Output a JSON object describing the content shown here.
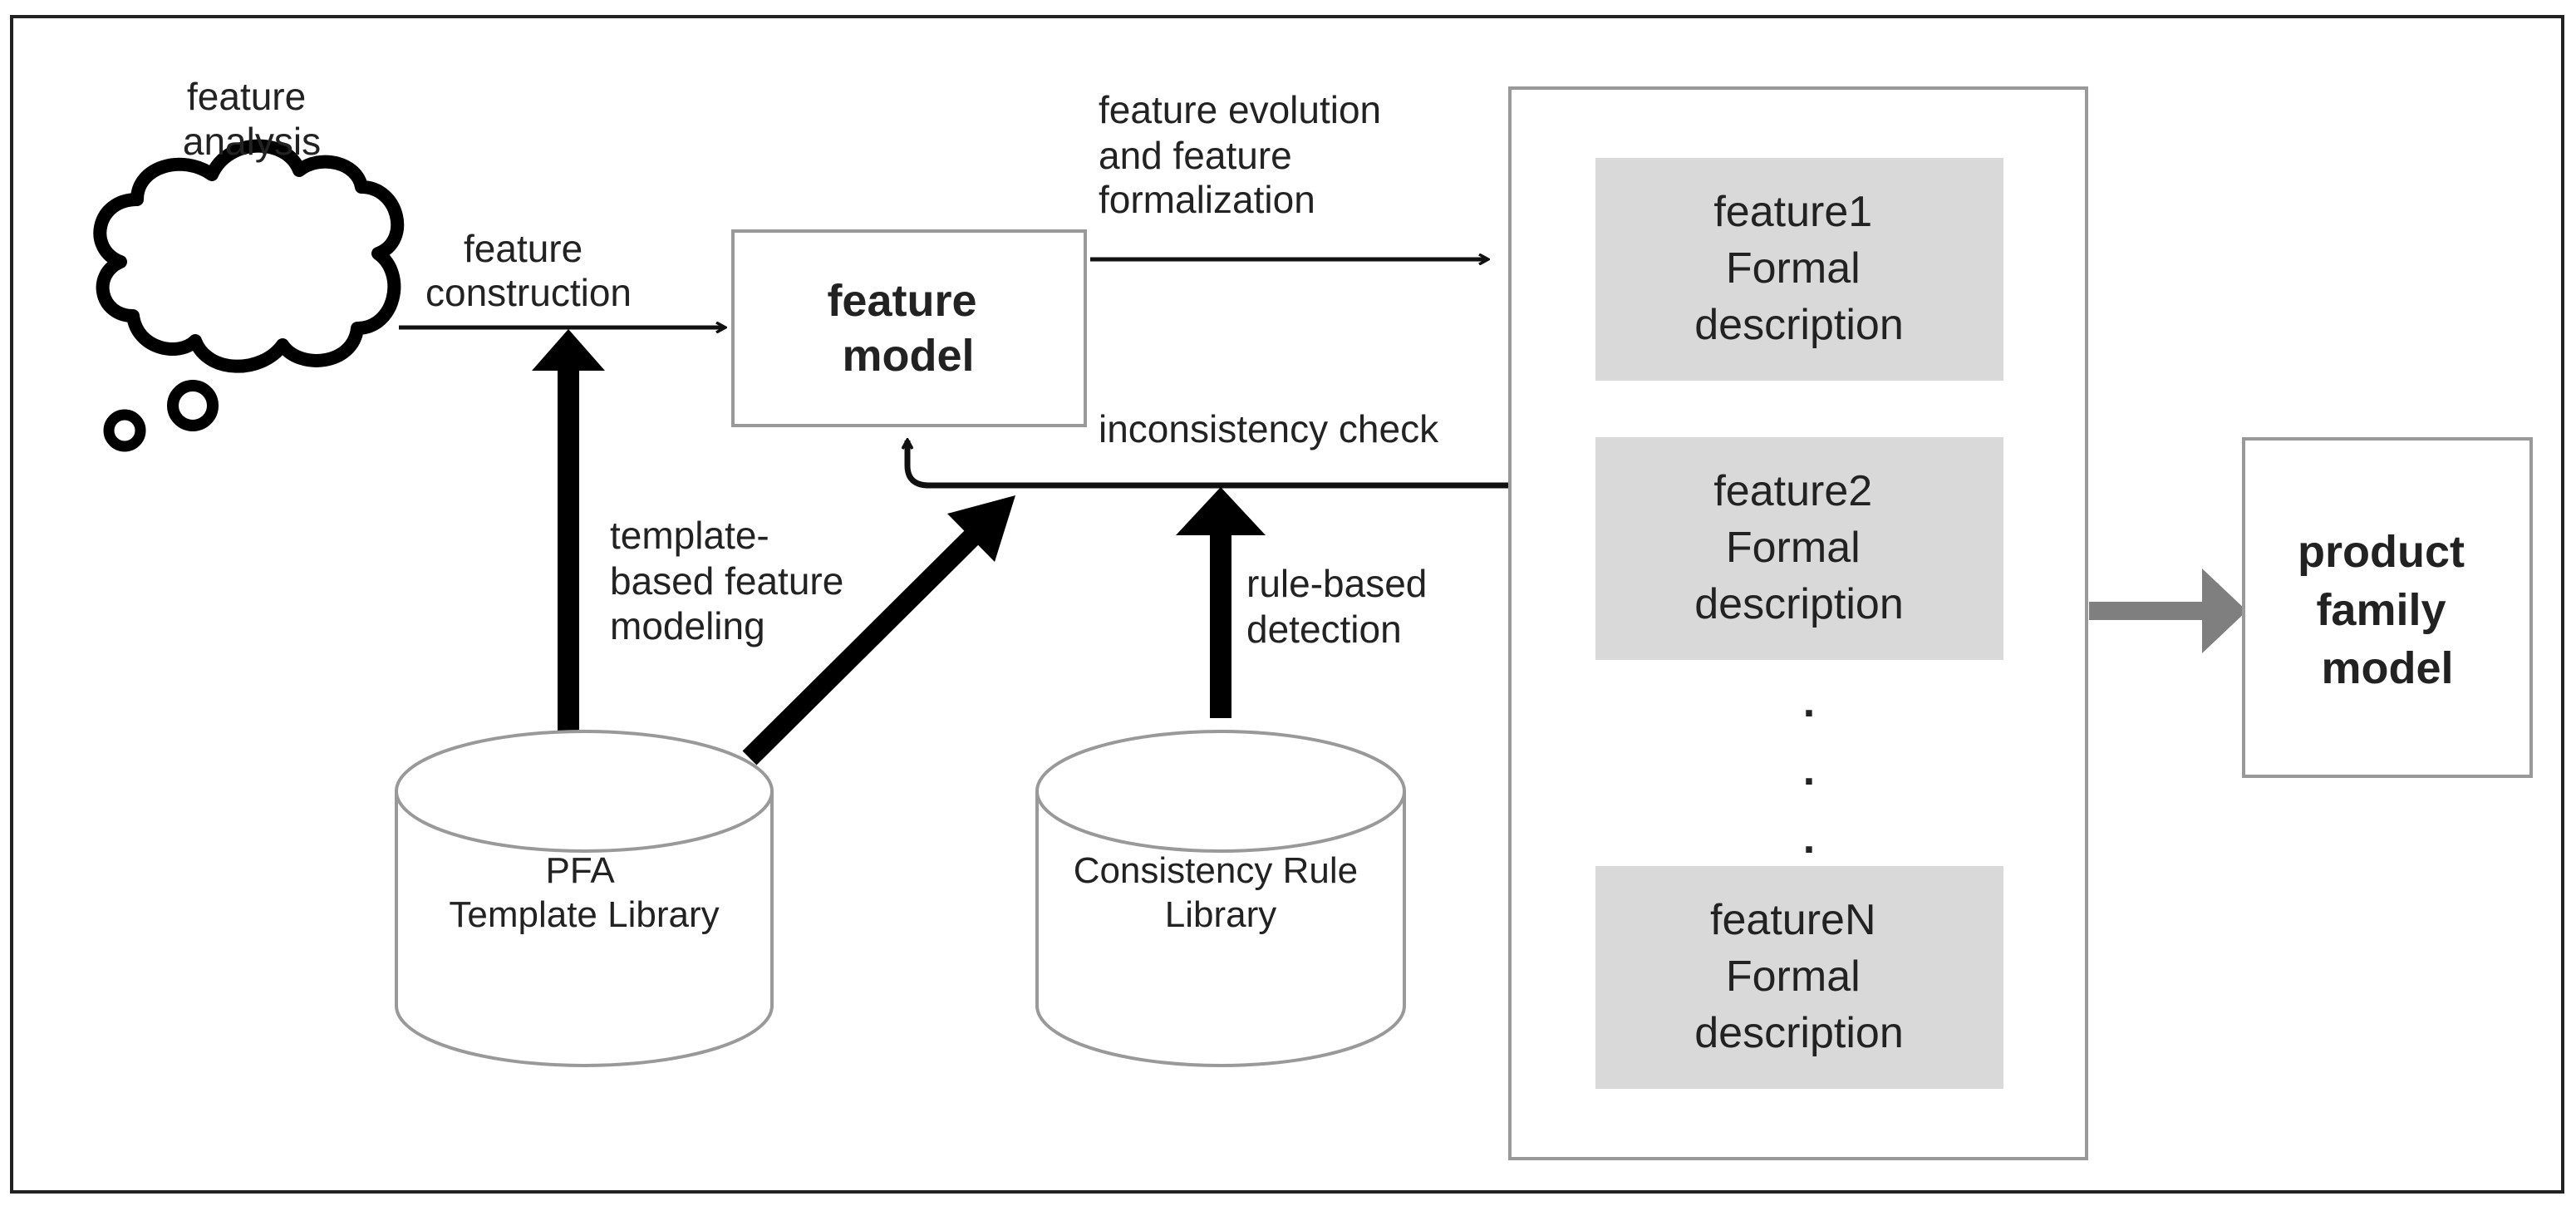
{
  "cloud": {
    "label": [
      "feature",
      "analysis"
    ]
  },
  "edges": {
    "feature_construction": [
      "feature",
      "construction"
    ],
    "feature_evolution": [
      "feature evolution",
      "and feature",
      "formalization"
    ],
    "inconsistency_check": "inconsistency check",
    "template_based": [
      "template-",
      "based feature",
      "modeling"
    ],
    "rule_based": [
      "rule-based",
      "detection"
    ]
  },
  "feature_model": [
    "feature",
    "model"
  ],
  "features": [
    {
      "name": "feature1",
      "line2": "Formal",
      "line3": "description"
    },
    {
      "name": "feature2",
      "line2": "Formal",
      "line3": "description"
    },
    {
      "name": "featureN",
      "line2": "Formal",
      "line3": "description"
    }
  ],
  "ellipsis": [
    ".",
    ".",
    "."
  ],
  "product_family": [
    "product",
    "family",
    "model"
  ],
  "databases": {
    "pfa": [
      "PFA",
      "Template Library"
    ],
    "consistency": [
      "Consistency Rule",
      "Library"
    ]
  },
  "colors": {
    "border": "#222222",
    "box_border": "#999999",
    "feature_fill": "#d9d9d9",
    "gray_arrow": "#7f7f7f"
  }
}
